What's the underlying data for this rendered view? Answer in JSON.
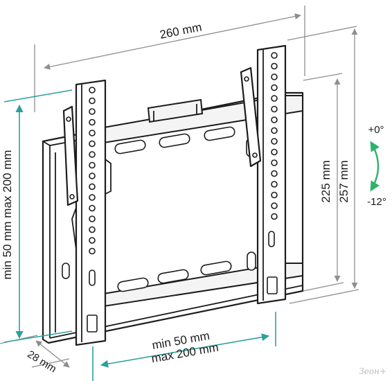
{
  "labels": {
    "width_top": "260 mm",
    "vesa_vertical": "min 50 mm max 200 mm",
    "vesa_horizontal_min": "min 50 mm",
    "vesa_horizontal_max": "max 200 mm",
    "height_inner": "225 mm",
    "height_outer": "257 mm",
    "depth": "28 mm",
    "tilt_up": "+0°",
    "tilt_down": "-12°"
  },
  "watermark": "Зеон+",
  "colors": {
    "line": "#1c1c1c",
    "dimension_gray": "#8e8e8e",
    "dimension_teal": "#2aa19b",
    "tilt_arrow": "#2bb36a"
  }
}
